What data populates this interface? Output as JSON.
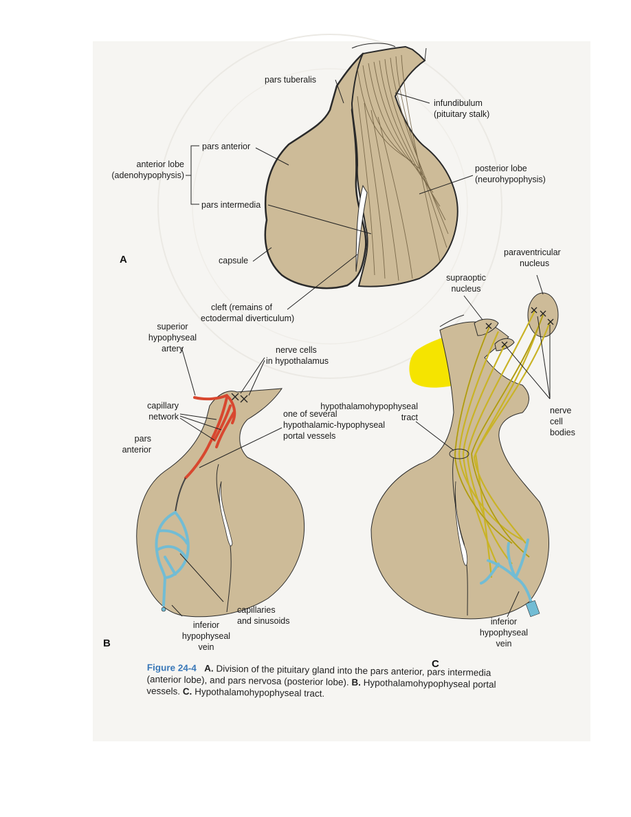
{
  "colors": {
    "gland": "#cdbb98",
    "outline": "#2a2a2a",
    "artery": "#d8472f",
    "vein": "#72bcd4",
    "tract": "#c9b326",
    "highlight": "#f5e400",
    "figure_label": "#3a78b8"
  },
  "panels": {
    "a": "A",
    "b": "B",
    "c": "C"
  },
  "labels_a": {
    "pars_tuberalis": "pars tuberalis",
    "infundibulum_1": "infundibulum",
    "infundibulum_2": "(pituitary stalk)",
    "anterior_lobe_1": "anterior lobe",
    "anterior_lobe_2": "(adenohypophysis)",
    "pars_anterior": "pars anterior",
    "pars_intermedia": "pars intermedia",
    "posterior_lobe_1": "posterior lobe",
    "posterior_lobe_2": "(neurohypophysis)",
    "capsule": "capsule",
    "cleft_1": "cleft (remains of",
    "cleft_2": "ectodermal diverticulum)"
  },
  "labels_b": {
    "superior_1": "superior",
    "superior_2": "hypophyseal",
    "superior_3": "artery",
    "nerve_cells_1": "nerve cells",
    "nerve_cells_2": "in hypothalamus",
    "capillary_1": "capillary",
    "capillary_2": "network",
    "one_of_several_1": "one of several",
    "one_of_several_2": "hypothalamic-hypophyseal",
    "one_of_several_3": "portal vessels",
    "pars_anterior_1": "pars",
    "pars_anterior_2": "anterior",
    "capillaries_1": "capillaries",
    "capillaries_2": "and sinusoids",
    "inferior_1": "inferior",
    "inferior_2": "hypophyseal",
    "inferior_3": "vein"
  },
  "labels_c": {
    "paraventricular_1": "paraventricular",
    "paraventricular_2": "nucleus",
    "supraoptic_1": "supraoptic",
    "supraoptic_2": "nucleus",
    "tract_1": "hypothalamohypophyseal",
    "tract_2": "tract",
    "nerve_cell_1": "nerve",
    "nerve_cell_2": "cell",
    "nerve_cell_3": "bodies",
    "inferior_1": "inferior",
    "inferior_2": "hypophyseal",
    "inferior_3": "vein"
  },
  "caption": {
    "figure": "Figure 24-4",
    "a_label": "A.",
    "a_text": "Division of the pituitary gland into the pars anterior, pars intermedia (anterior lobe), and pars nervosa (posterior lobe).",
    "b_label": "B.",
    "b_text": "Hypothalamohypophyseal portal vessels.",
    "c_label": "C.",
    "c_text": "Hypothalamohypophyseal tract."
  }
}
